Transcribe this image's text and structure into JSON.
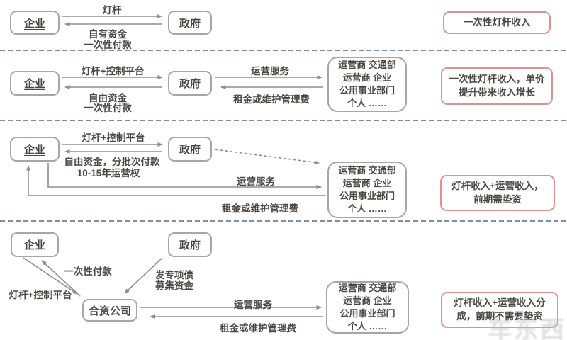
{
  "colors": {
    "box_border": "#a6a6a6",
    "revenue_border": "#e09090",
    "text": "#4b4842",
    "arrow": "#8e8e8e",
    "divider": "#7b8ea6"
  },
  "customer_lines": [
    "运营商 交通部",
    "运营商 企业",
    "公用事业部门",
    "个人 ……"
  ],
  "rows": [
    {
      "enterprise": "企业",
      "government": "政府",
      "give_label": "灯杆",
      "return_label_1": "自有资金",
      "return_label_2": "一次性付款",
      "revenue": "一次性灯杆收入"
    },
    {
      "enterprise": "企业",
      "government": "政府",
      "give_label": "灯杆+控制平台",
      "return_label_1": "自由资金",
      "return_label_2": "一次性付款",
      "service_label": "运营服务",
      "fee_label": "租金或维护管理费",
      "customers": [
        "运营商 交通部",
        "运营商 企业",
        "公用事业部门",
        "个人 ……"
      ],
      "revenue": "一次性灯杆收入，单价提升带来收入增长"
    },
    {
      "enterprise": "企业",
      "government": "政府",
      "give_label": "灯杆+控制平台",
      "return_label_1": "自由资金，分批次付款",
      "return_label_2": "10-15年运营权",
      "service_label": "运营服务",
      "fee_label": "租金或维护管理费",
      "customers": [
        "运营商 交通部",
        "运营商 企业",
        "公用事业部门",
        "个人 ……"
      ],
      "revenue": "灯杆收入+运营收入，前期需垫资"
    },
    {
      "enterprise": "企业",
      "government": "政府",
      "joint_venture": "合资公司",
      "payment_label": "一次性付款",
      "platform_label": "灯杆+控制平台",
      "bond_label_1": "发专项债",
      "bond_label_2": "募集资金",
      "service_label": "运营服务",
      "fee_label": "租金或维护管理费",
      "customers": [
        "运营商 交通部",
        "运营商 企业",
        "公用事业部门",
        "个人 ……"
      ],
      "revenue": "灯杆收入+运营收入分成，前期不需要垫资"
    }
  ],
  "watermark": "车东西"
}
